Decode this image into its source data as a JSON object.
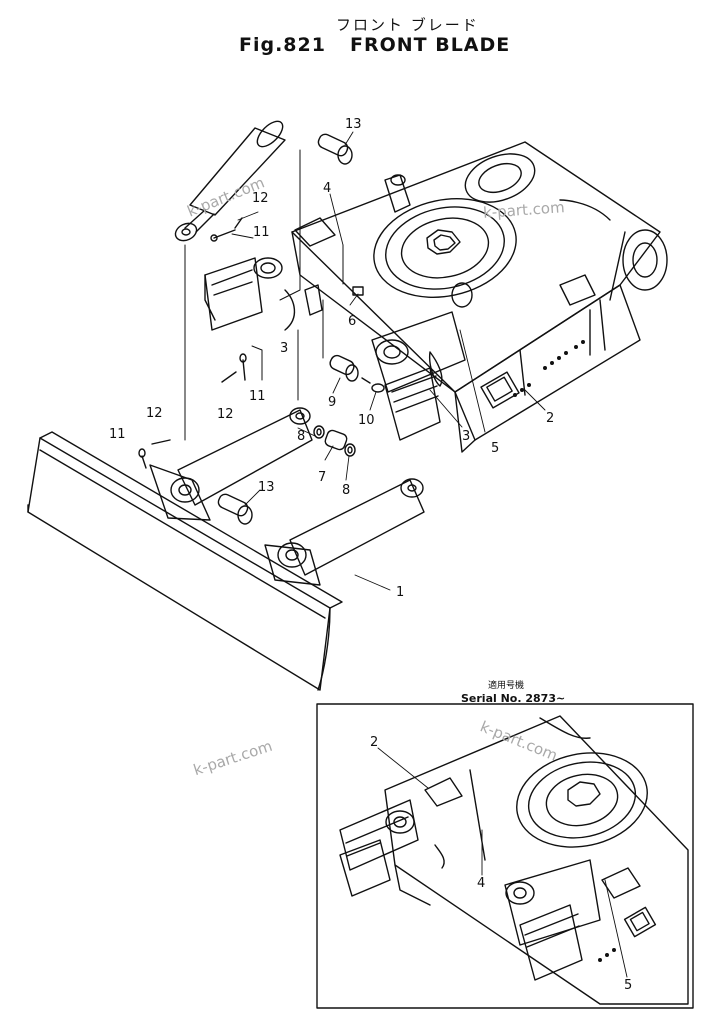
{
  "title": {
    "japanese": "フロント ブレード",
    "figure_no": "Fig.821",
    "english": "FRONT BLADE"
  },
  "inset": {
    "serial_japanese": "適用号機",
    "serial_label": "Serial No. 2873~"
  },
  "watermark": "k-part.com",
  "callouts": {
    "c1": "1",
    "c2": "2",
    "c3a": "3",
    "c3b": "3",
    "c4": "4",
    "c5": "5",
    "c6": "6",
    "c7": "7",
    "c8a": "8",
    "c8b": "8",
    "c9": "9",
    "c10": "10",
    "c11a": "11",
    "c11b": "11",
    "c11c": "11",
    "c12a": "12",
    "c12b": "12",
    "c12c": "12",
    "c13a": "13",
    "c13b": "13",
    "i2": "2",
    "i4": "4",
    "i5": "5"
  }
}
